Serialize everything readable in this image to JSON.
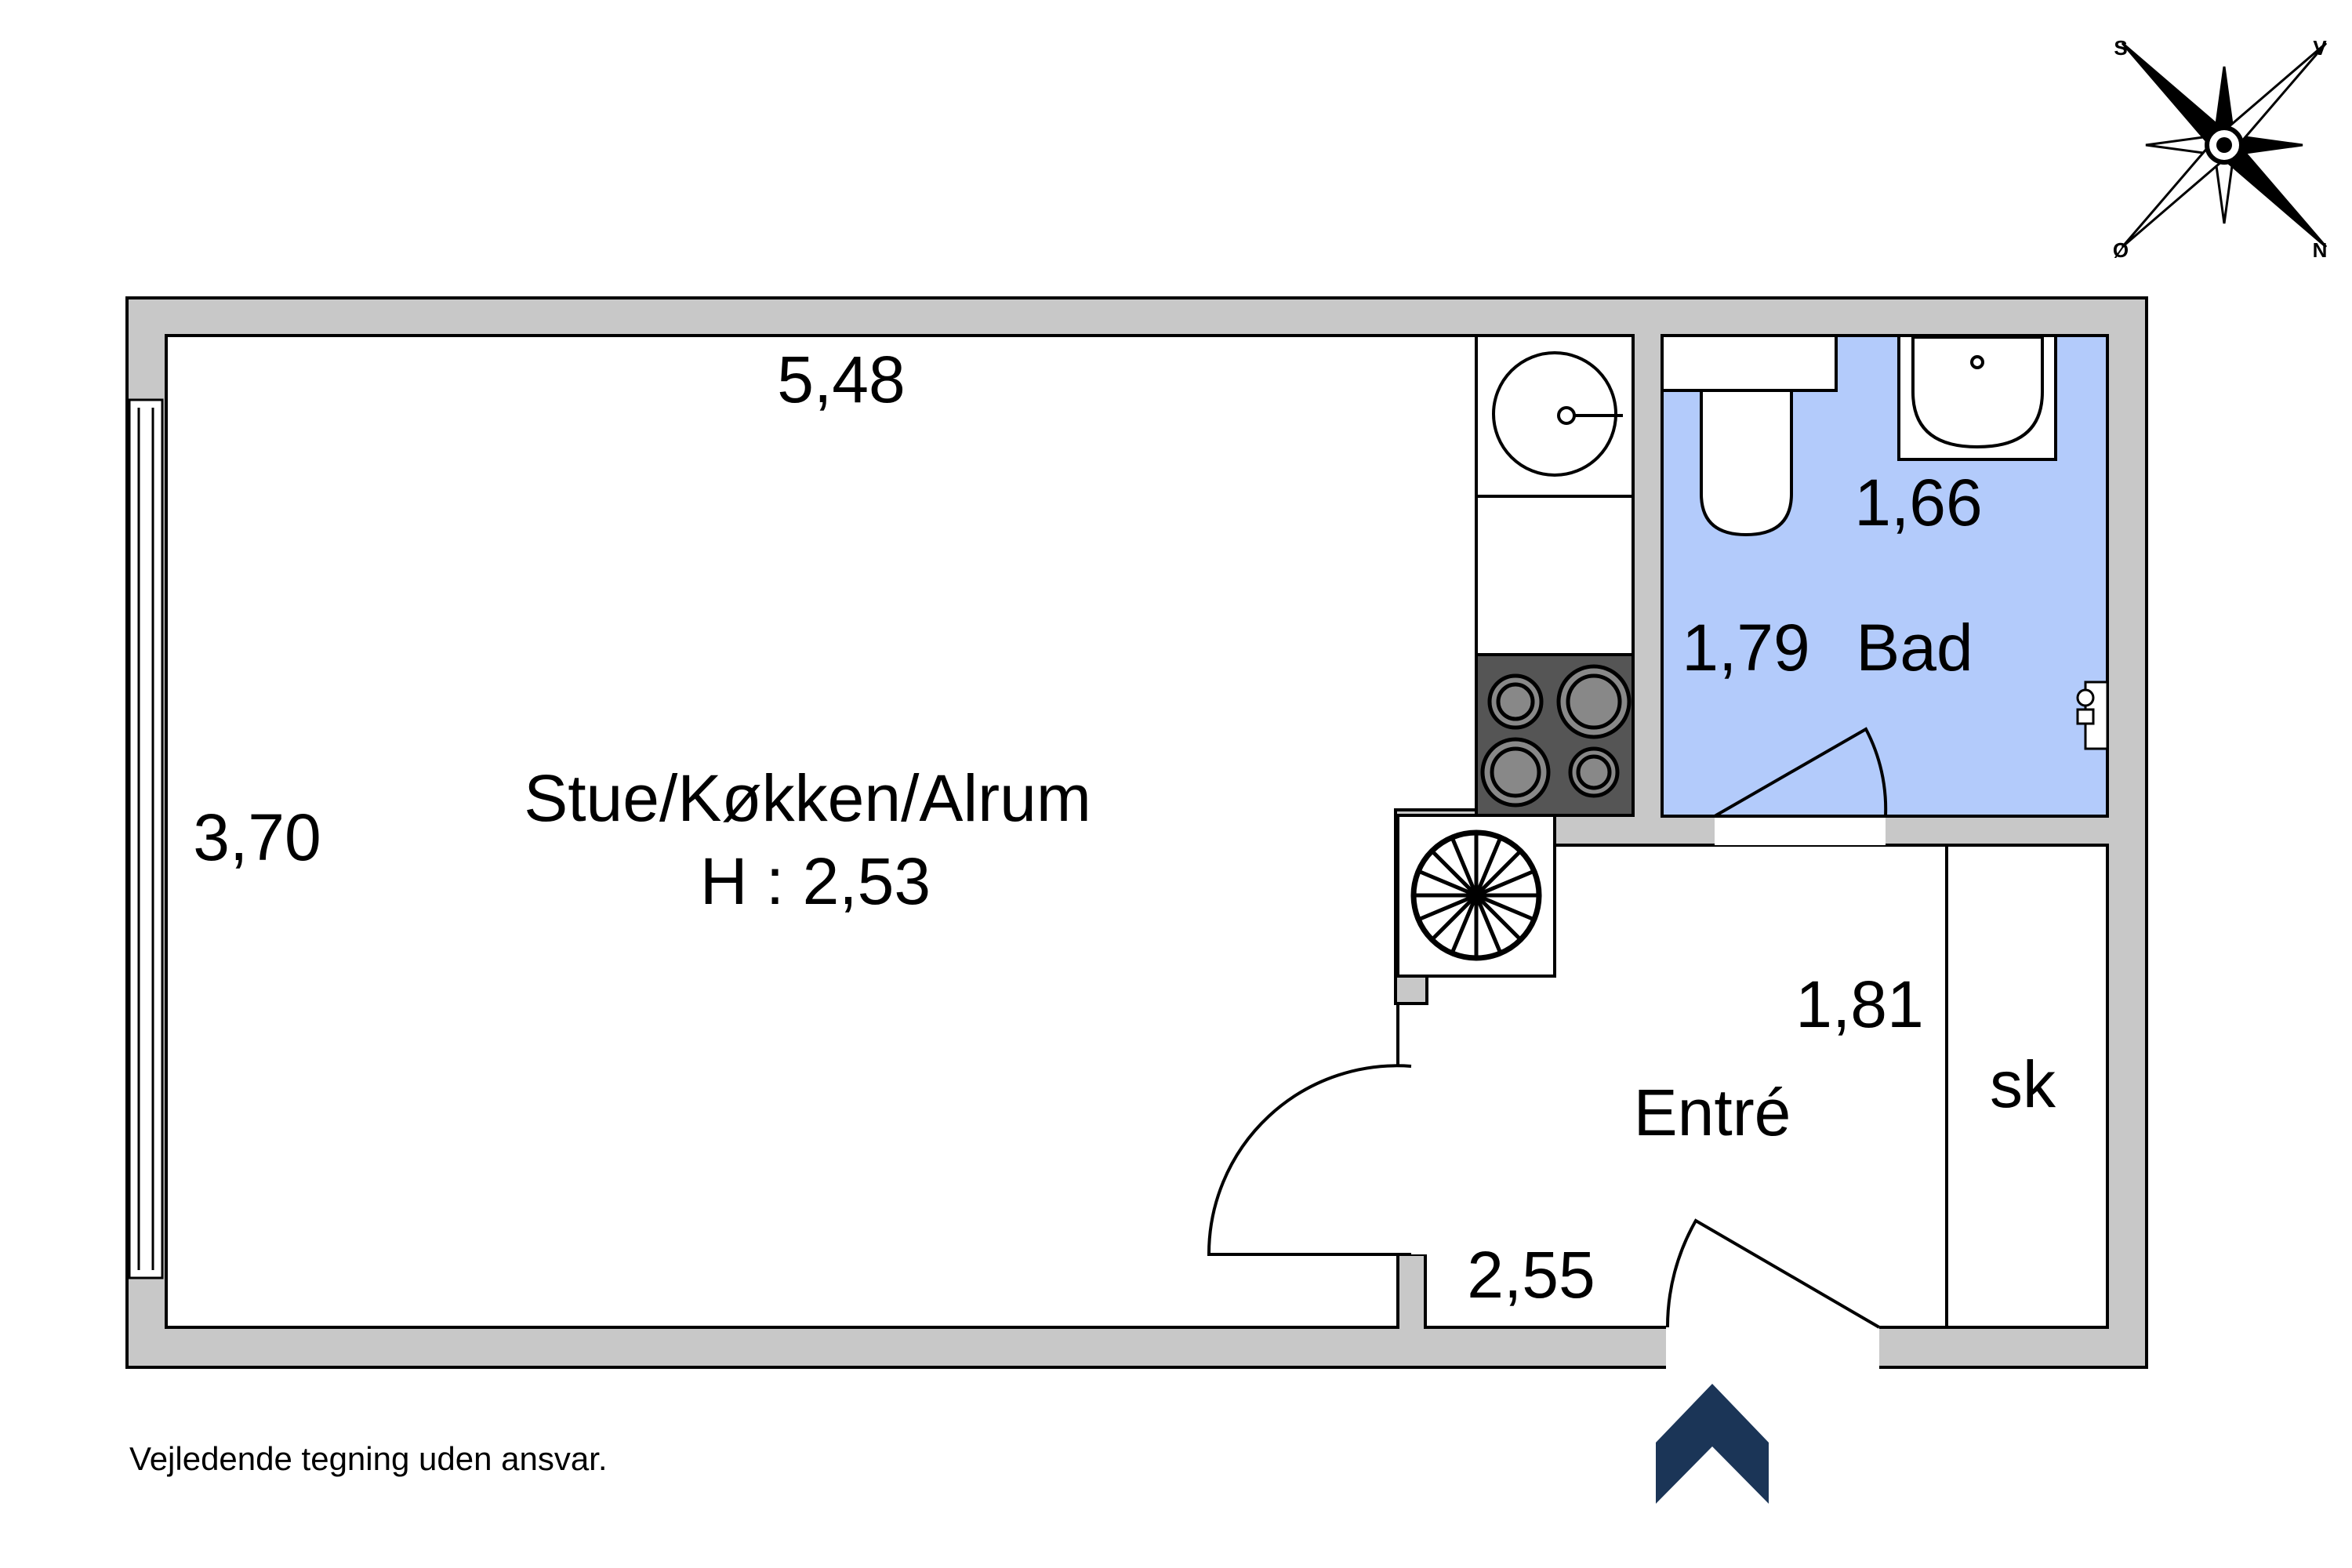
{
  "compass": {
    "S": "S",
    "V": "V",
    "O": "Ø",
    "N": "N"
  },
  "rooms": {
    "living": {
      "name": "Stue/Køkken/Alrum",
      "height_label": "H : 2,53",
      "width_dim": "5,48",
      "depth_dim": "3,70"
    },
    "bath": {
      "name": "Bad",
      "width_dim": "1,66",
      "depth_dim": "1,79",
      "fill": "#b3cbfb"
    },
    "entry": {
      "name": "Entré",
      "width_dim": "2,55",
      "depth_dim": "1,81"
    },
    "closet": {
      "name": "sk"
    }
  },
  "disclaimer": "Vejledende tegning uden ansvar.",
  "colors": {
    "wall": "#c8c8c8",
    "entrance_arrow": "#1b3557",
    "hob": "#555555"
  }
}
